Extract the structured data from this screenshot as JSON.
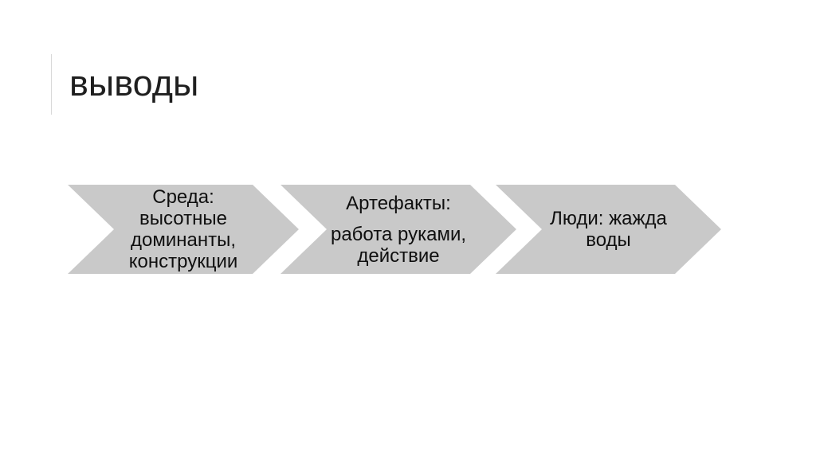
{
  "slide": {
    "title": "выводы",
    "colors": {
      "background": "#ffffff",
      "chevron_fill": "#c9c9c9",
      "text": "#0f0f0f",
      "title_text": "#1f1f1f",
      "accent_line": "#d9d9d9"
    },
    "process": {
      "type": "chevron-arrow-sequence",
      "steps": [
        {
          "name": "environment",
          "paragraphs": [
            "Среда:\nвысотные\nдоминанты,\nконструкции"
          ]
        },
        {
          "name": "artifacts",
          "paragraphs": [
            "Артефакты:",
            "работа руками,\nдействие"
          ]
        },
        {
          "name": "people",
          "paragraphs": [
            "Люди: жажда\nводы"
          ]
        }
      ]
    }
  }
}
